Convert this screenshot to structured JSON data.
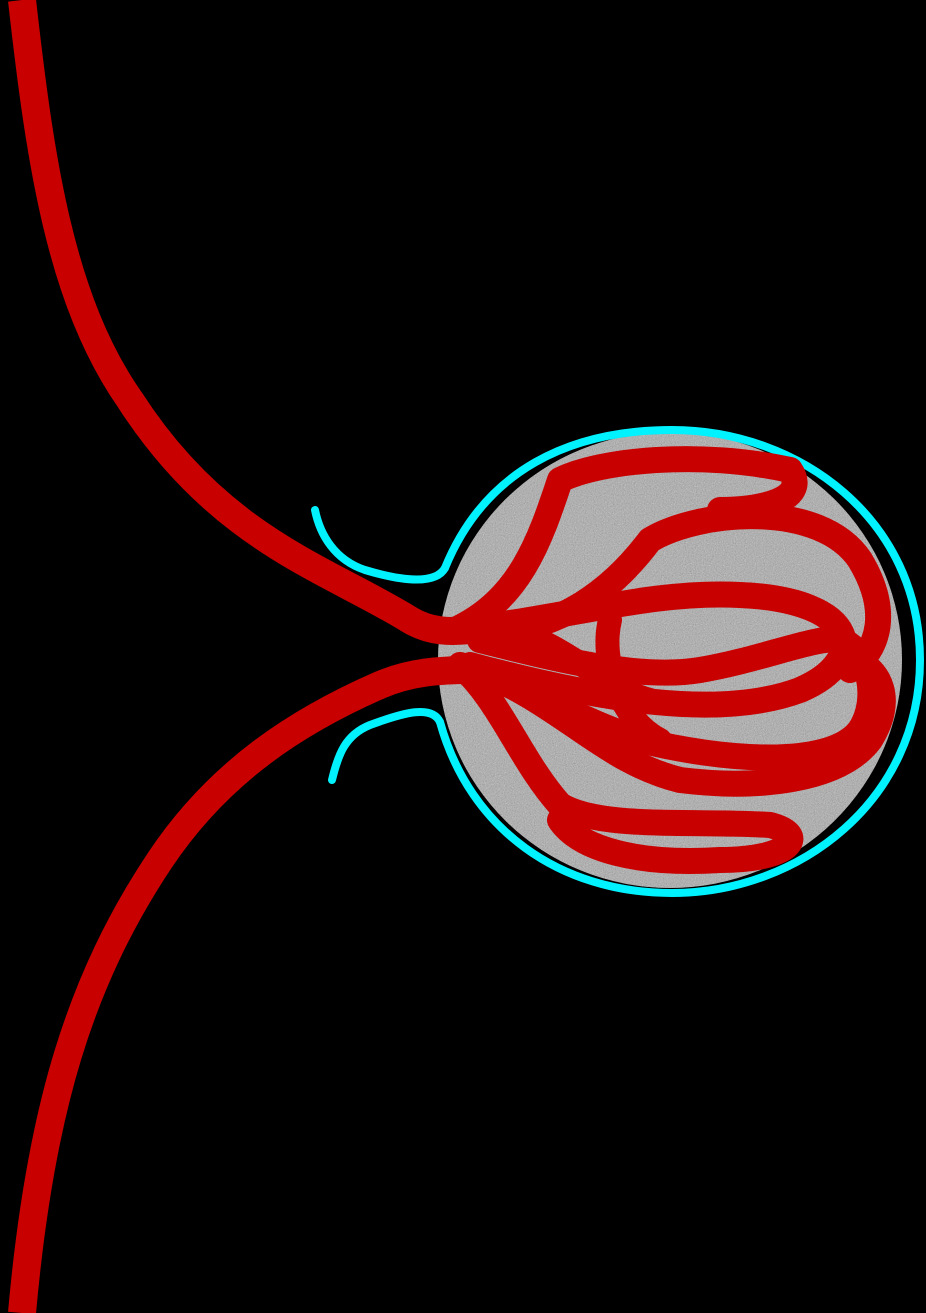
{
  "diagram": {
    "subject": "glomerulus",
    "parts": [
      {
        "id": "afferent-arteriole",
        "kind": "vessel"
      },
      {
        "id": "efferent-arteriole",
        "kind": "vessel"
      },
      {
        "id": "glomerular-capillary-tuft",
        "kind": "vessel"
      },
      {
        "id": "bowmans-capsule",
        "kind": "capsule"
      },
      {
        "id": "capsular-space",
        "kind": "space"
      }
    ]
  },
  "colors": {
    "background": "#000000",
    "vessel": "#c90000",
    "capsule_outline": "#00f2ff",
    "capsule_fill": "#a9a9a9"
  },
  "labels": []
}
